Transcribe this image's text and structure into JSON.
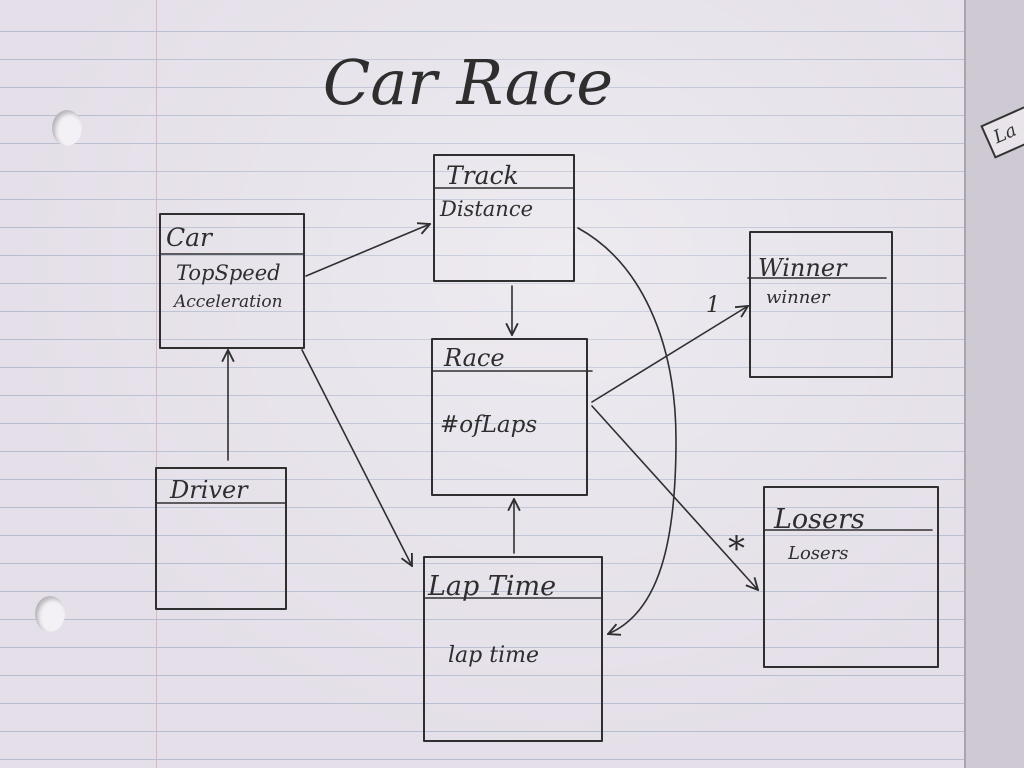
{
  "title": "Car Race",
  "side_card_text": "La",
  "classes": {
    "car": {
      "name": "Car",
      "attributes": [
        "TopSpeed",
        "Acceleration"
      ]
    },
    "track": {
      "name": "Track",
      "attributes": [
        "Distance"
      ]
    },
    "race": {
      "name": "Race",
      "attributes": [
        "#ofLaps"
      ]
    },
    "winner": {
      "name": "Winner",
      "attributes": [
        "winner"
      ]
    },
    "driver": {
      "name": "Driver",
      "attributes": []
    },
    "lap_time": {
      "name": "Lap Time",
      "attributes": [
        "lap time"
      ]
    },
    "losers": {
      "name": "Losers",
      "attributes": [
        "Losers"
      ]
    }
  },
  "multiplicities": {
    "winner": "1",
    "losers": "*"
  },
  "connections": [
    {
      "from": "car",
      "to": "track"
    },
    {
      "from": "driver",
      "to": "car"
    },
    {
      "from": "car",
      "to": "lap_time"
    },
    {
      "from": "track",
      "to": "race"
    },
    {
      "from": "lap_time",
      "to": "race"
    },
    {
      "from": "track",
      "to": "lap_time"
    },
    {
      "from": "race",
      "to": "winner"
    },
    {
      "from": "race",
      "to": "losers"
    }
  ]
}
